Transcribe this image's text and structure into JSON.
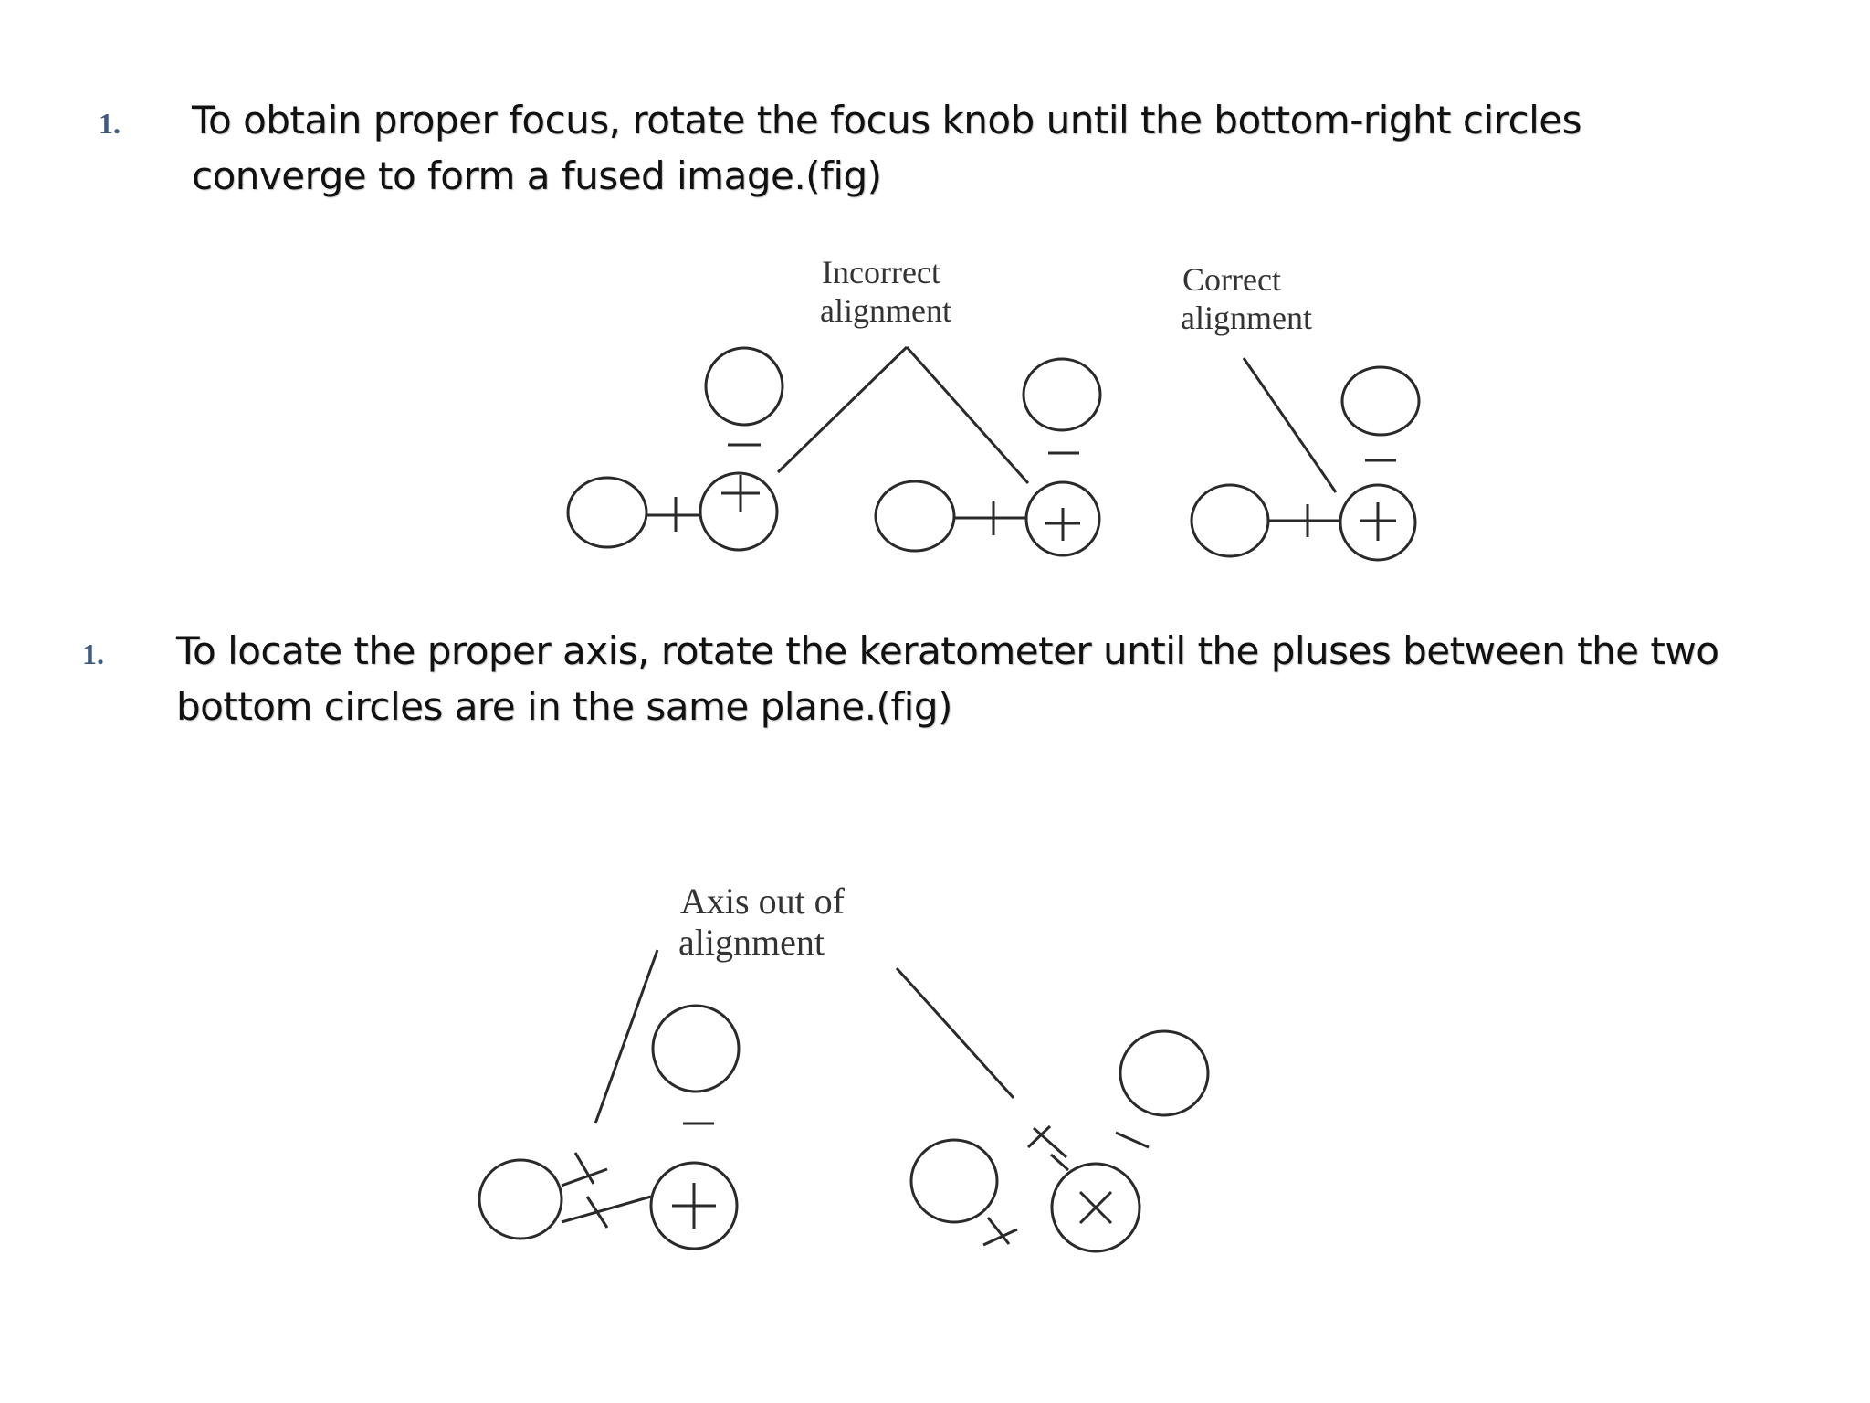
{
  "bullets": [
    {
      "number": "1.",
      "text": "To obtain proper focus, rotate the focus knob until the bottom-right circles converge to form a fused image.(fig)"
    },
    {
      "number": "1.",
      "text": "To locate the proper axis, rotate the keratometer until the pluses between the two bottom circles are in the same plane.(fig)"
    }
  ],
  "figure1": {
    "label_incorrect_line1": "Incorrect",
    "label_incorrect_line2": "alignment",
    "label_correct_line1": "Correct",
    "label_correct_line2": "alignment"
  },
  "figure2": {
    "label_line1": "Axis out of",
    "label_line2": "alignment"
  }
}
